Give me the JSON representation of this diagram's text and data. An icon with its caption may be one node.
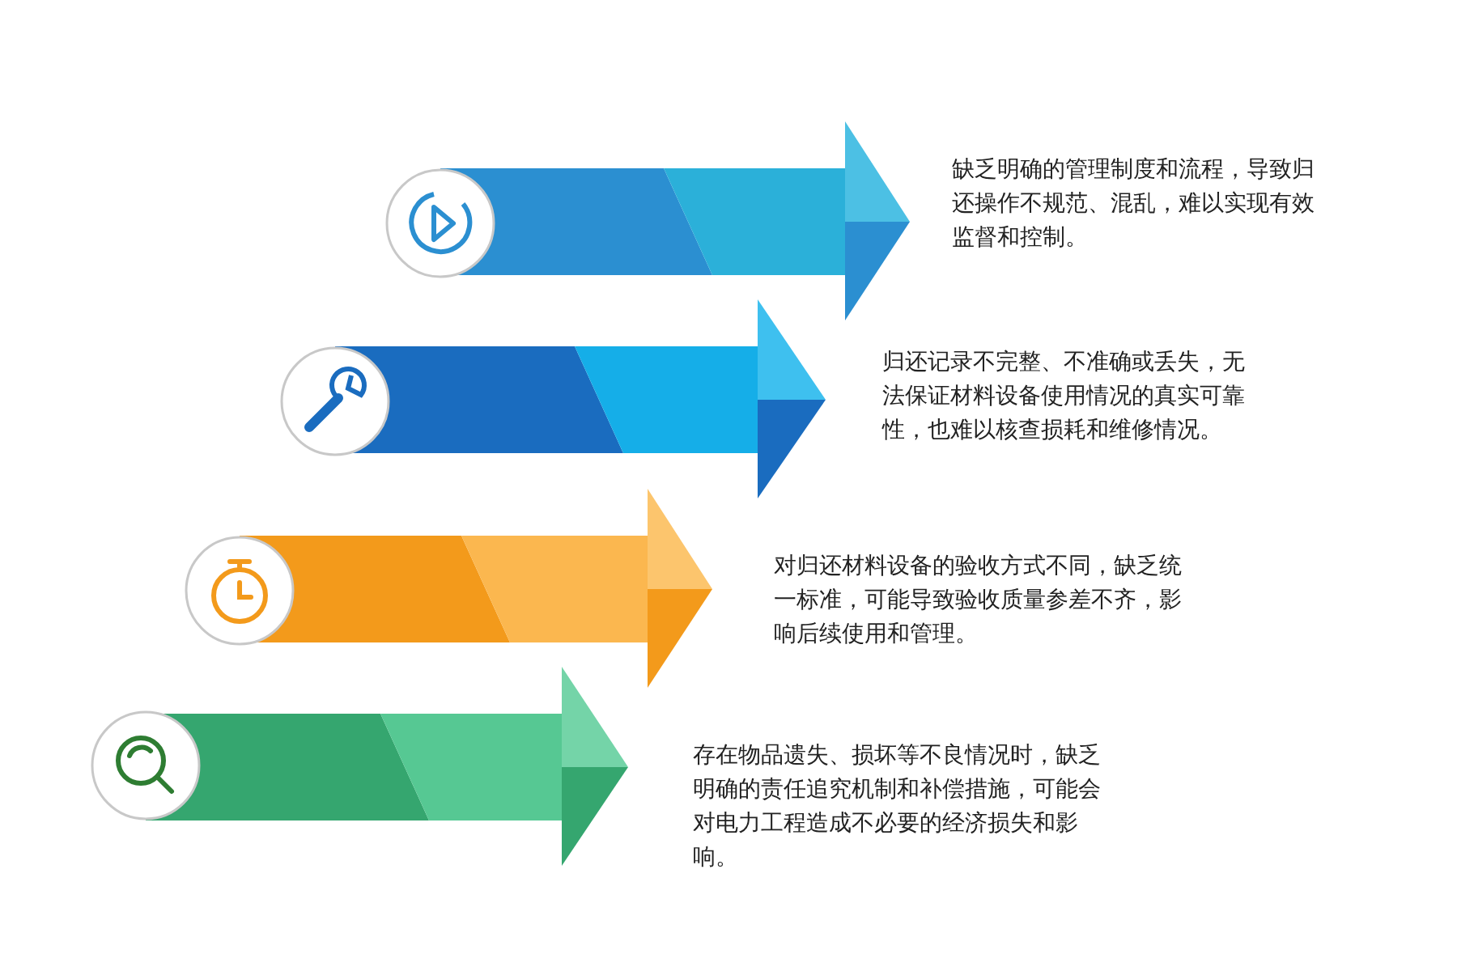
{
  "diagram": {
    "nodes": [
      {
        "text": [],
        "shape": "arrow"
      },
      {
        "text": [],
        "shape": "arrow"
      },
      {
        "text": [],
        "shape": "arrow"
      },
      {
        "text": [],
        "shape": "arrow"
      }
    ],
    "labels": [
      "缺乏明确的管理制度和流程，导致归还操作不规范、混乱，难以实现有效监督和控制。",
      "归还记录不完整、不准确或丢失，无法保证材料设备使用情况的真实可靠性，也难以核查损耗和维修情况。",
      "对归还材料设备的验收方式不同，缺乏统一标准，可能导致验收质量参差不齐，影响后续使用和管理。",
      "存在物品遗失、损坏等不良情况时，缺乏明确的责任追究机制和补偿措施，可能会对电力工程造成不必要的经济损失和影响。"
    ]
  }
}
